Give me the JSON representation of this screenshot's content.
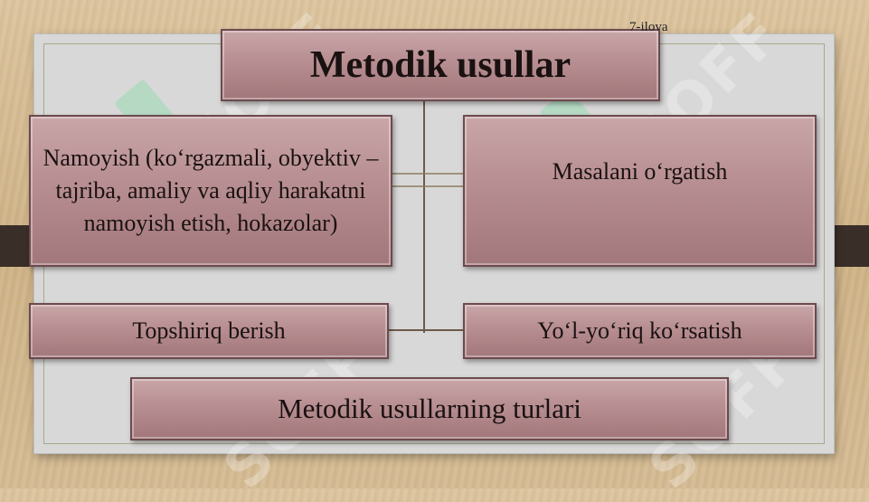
{
  "slide": {
    "note": "7-ilova",
    "title": "Metodik usullar",
    "boxes": {
      "top_left": "Namoyish (ko‘rgazmali, obyektiv – tajriba, amaliy va aqliy harakatni namoyish etish, hokazolar)",
      "top_right": "Masalani o‘rgatish",
      "bottom_left": "Topshiriq berish",
      "bottom_right": "Yo‘l-yo‘riq ko‘rsatish",
      "bottom_center": "Metodik usullarning turlari"
    },
    "watermark_text": "SOFF"
  },
  "colors": {
    "box_fill": "#b78e91",
    "box_border": "#6d4a4d",
    "panel": "#d8d8d8",
    "background": "#d5bb93",
    "band": "#3a2e28"
  }
}
